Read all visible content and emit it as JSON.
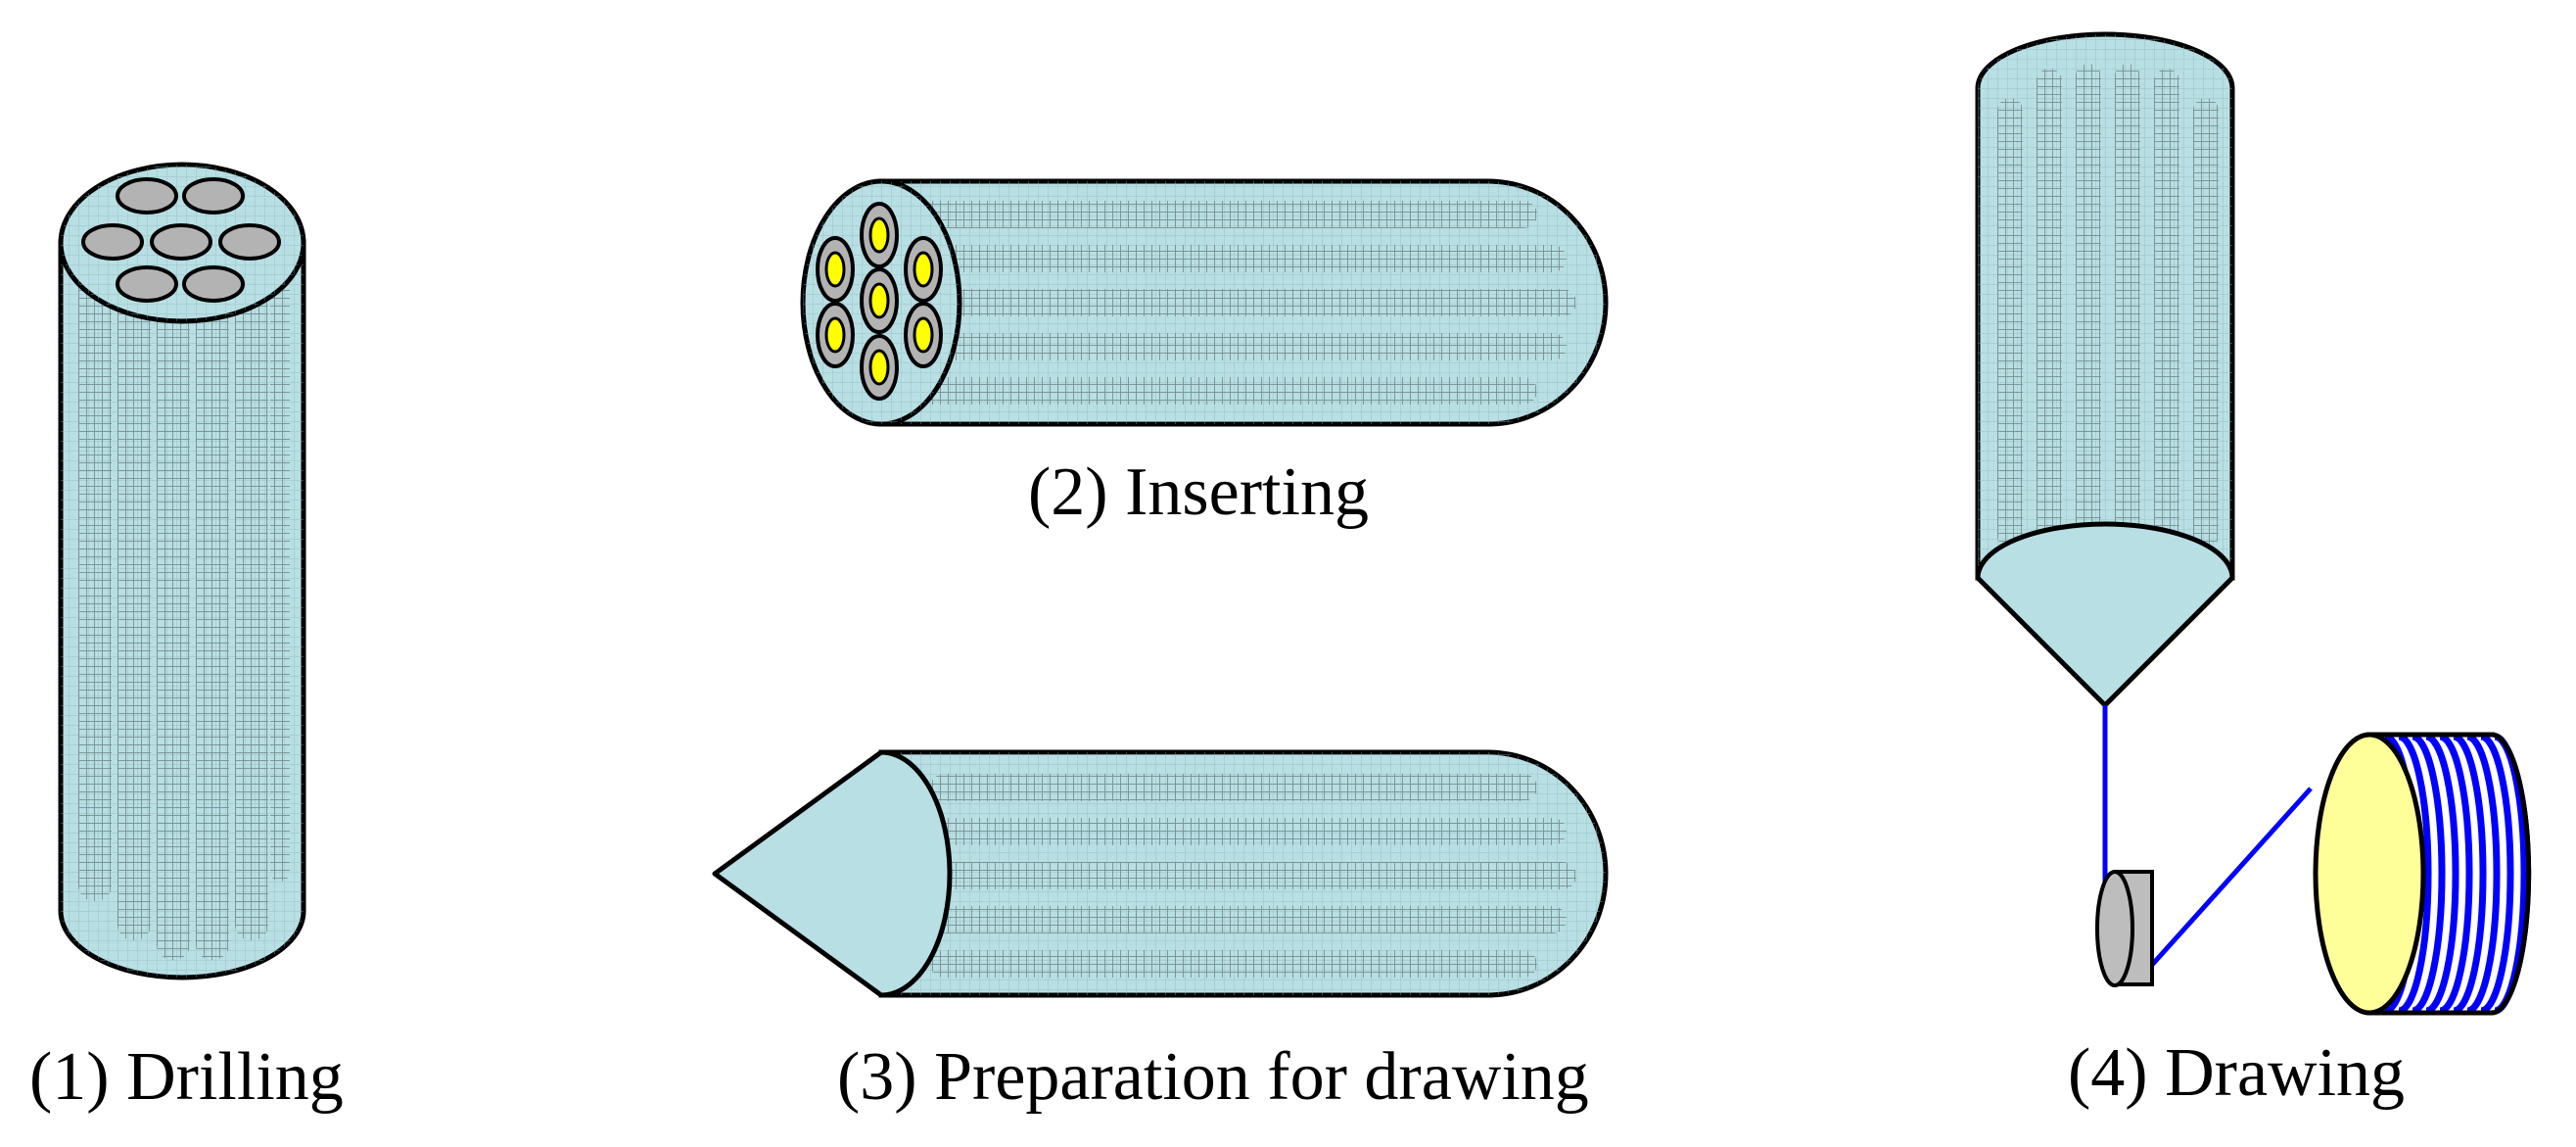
{
  "steps": [
    {
      "id": "drilling",
      "caption": "(1) Drilling"
    },
    {
      "id": "inserting",
      "caption": "(2) Inserting"
    },
    {
      "id": "preparation",
      "caption": "(3) Preparation for drawing"
    },
    {
      "id": "drawing",
      "caption": "(4) Drawing"
    }
  ],
  "colors": {
    "preform": "#b8dfe3",
    "hole": "#b3b3b3",
    "rod": "#ffff00",
    "fiber": "#0000ff",
    "spool_face": "#ffff99",
    "pulley": "#bdbdbd",
    "outline": "#000000"
  }
}
